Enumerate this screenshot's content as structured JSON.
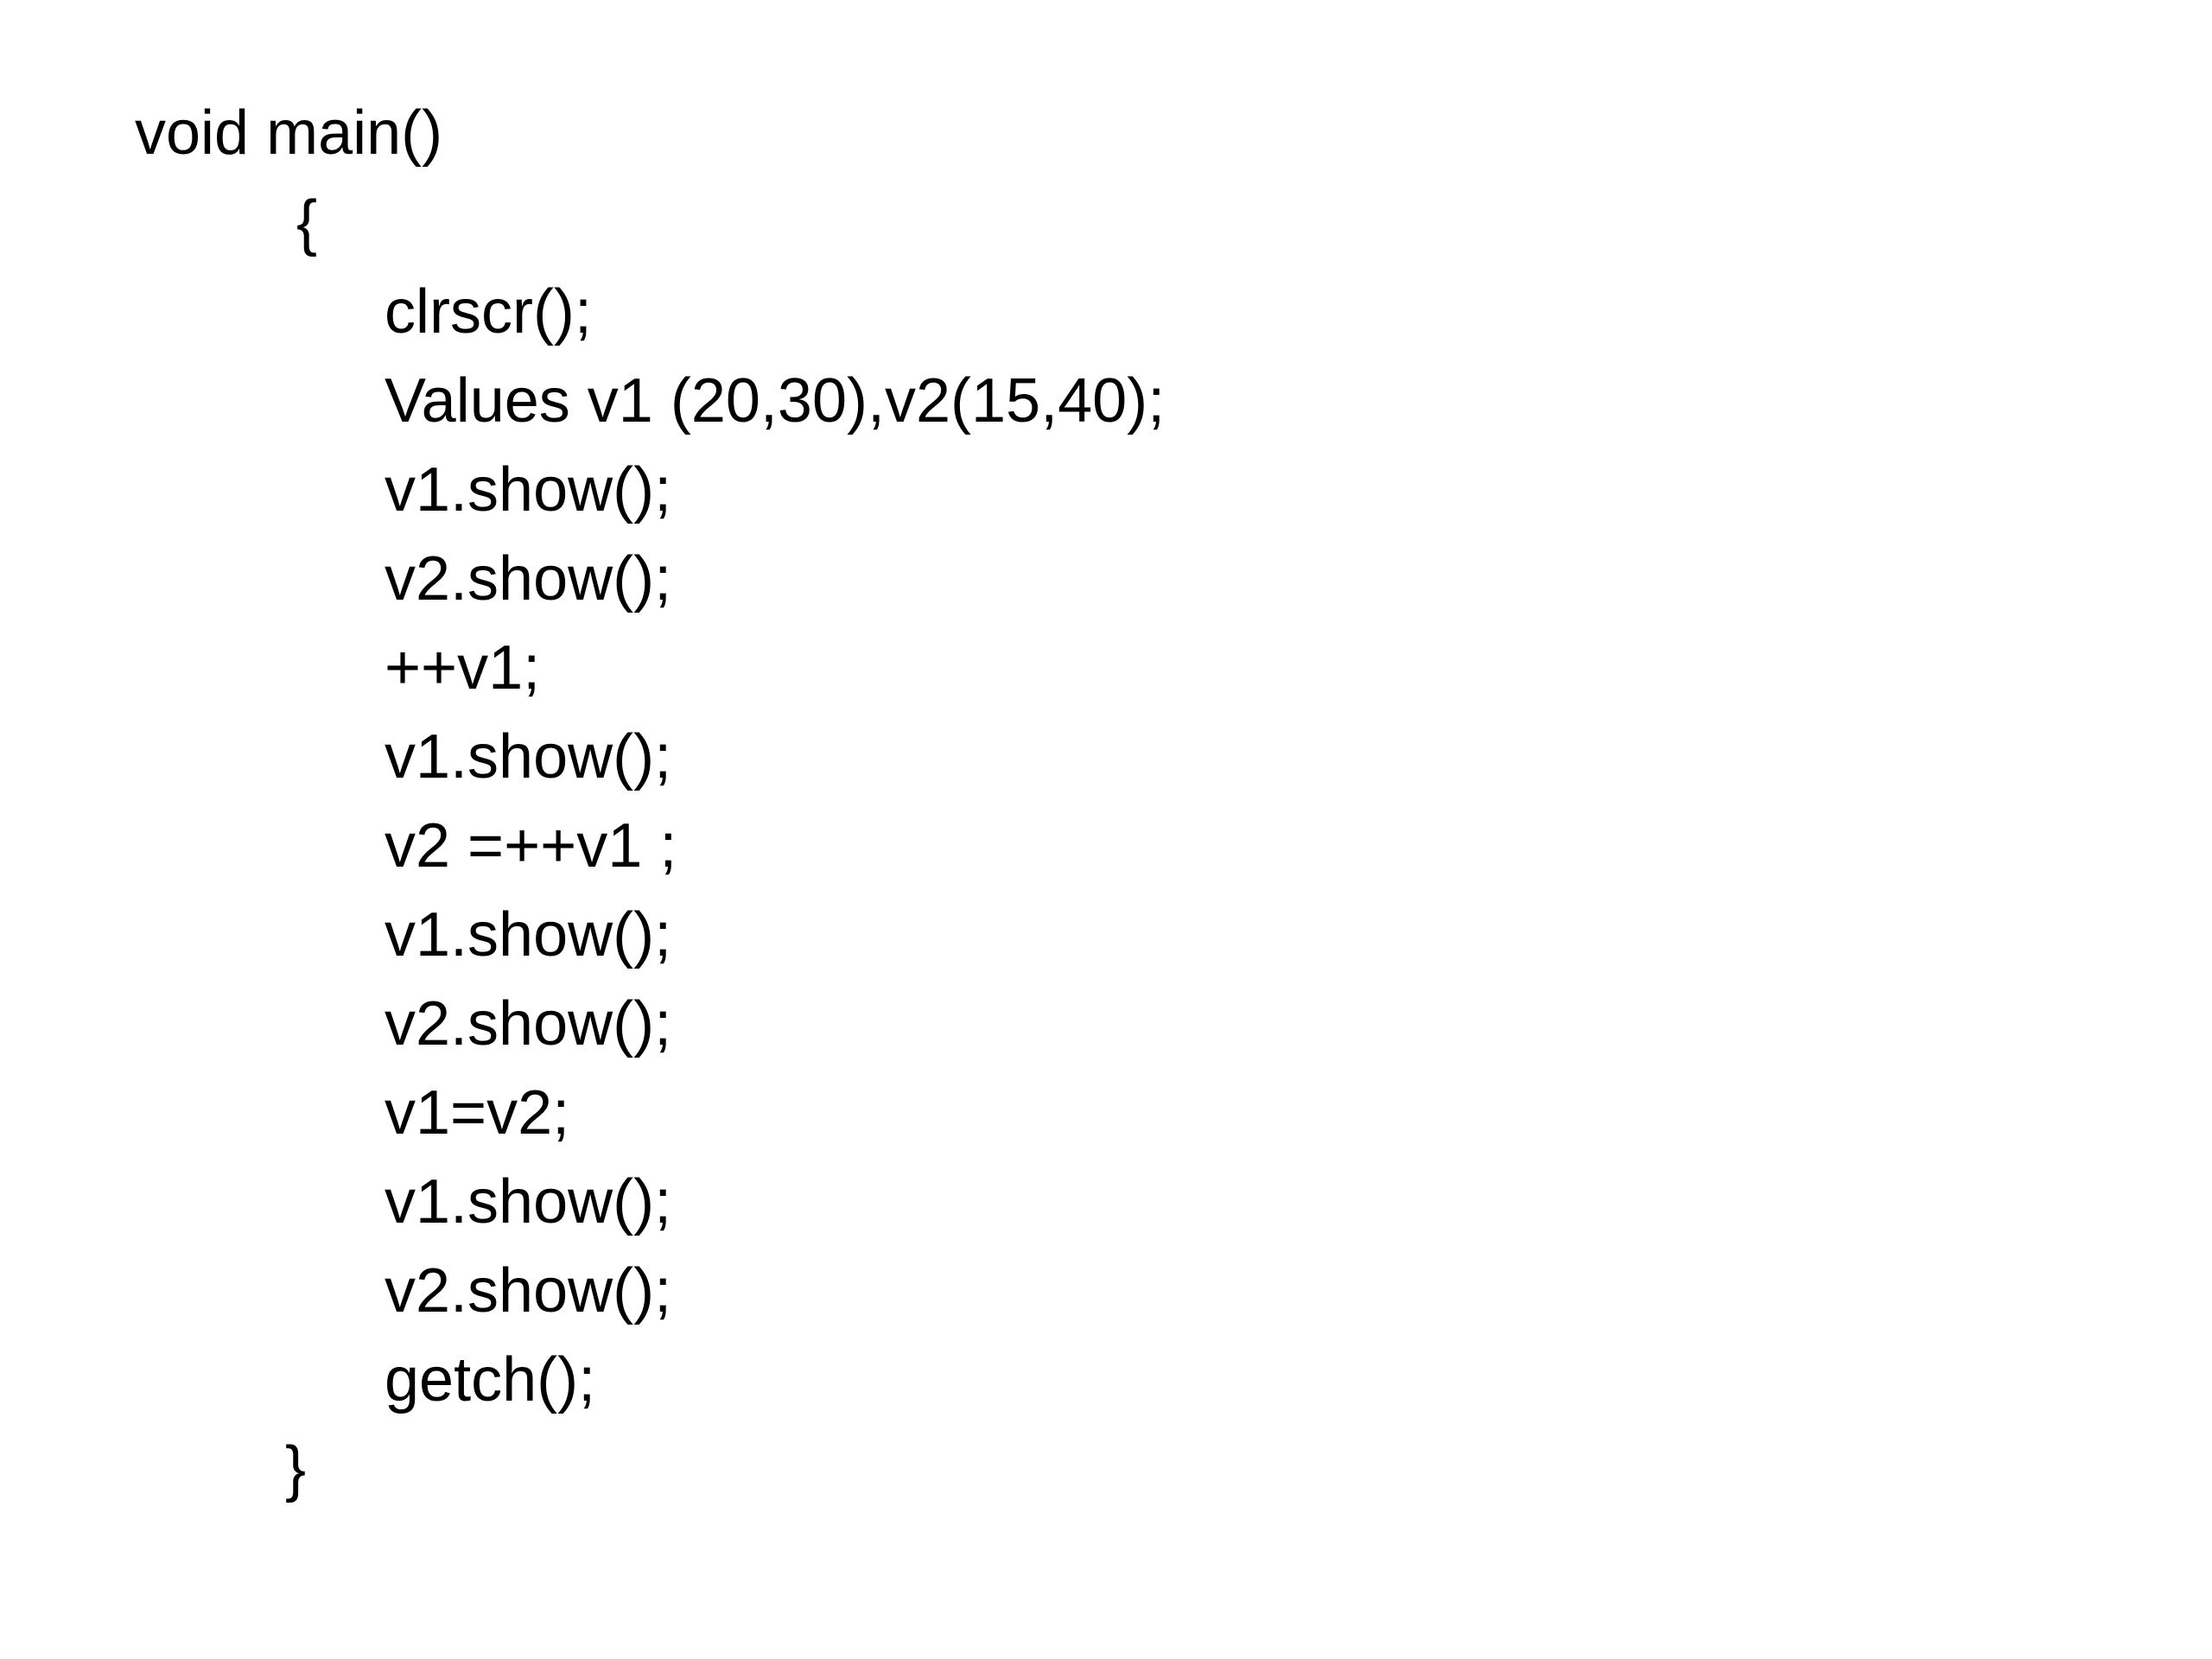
{
  "code": {
    "lines": [
      "void main()",
      "{",
      "clrscr();",
      "Values v1 (20,30),v2(15,40);",
      "v1.show();",
      "v2.show();",
      "++v1;",
      "v1.show();",
      "v2 =++v1 ;",
      "v1.show();",
      "v2.show();",
      "v1=v2;",
      "v1.show();",
      "v2.show();",
      "getch();",
      "}"
    ]
  }
}
